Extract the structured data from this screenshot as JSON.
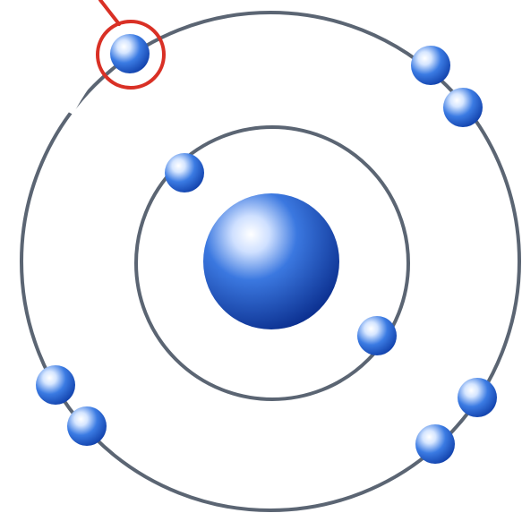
{
  "diagram": {
    "type": "atom-model",
    "nucleus": {
      "count": 1,
      "color": "#1d4fc4"
    },
    "shells": [
      {
        "name": "inner",
        "electron_count": 2
      },
      {
        "name": "outer",
        "electron_count": 7
      }
    ],
    "highlight": {
      "target": "outer-shell-electron",
      "color": "#d93025"
    },
    "colors": {
      "orbit": "#5b6573",
      "electron": "#1f5fd0",
      "electron_highlight": "#ffffff",
      "background": "#ffffff"
    }
  }
}
